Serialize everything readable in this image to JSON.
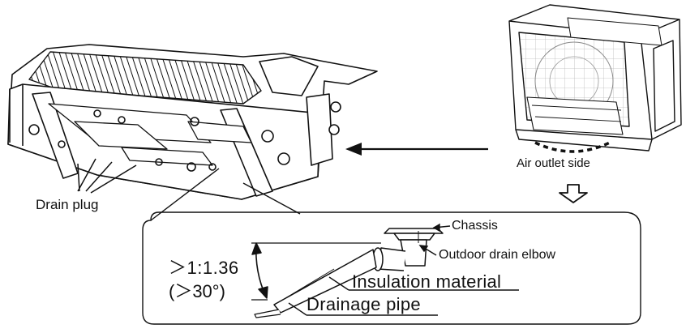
{
  "labels": {
    "drain_plug": "Drain plug",
    "air_outlet_side": "Air outlet side",
    "chassis": "Chassis",
    "outdoor_drain_elbow": "Outdoor drain elbow",
    "slope_ratio": "＞1:1.36",
    "slope_angle": "(＞30°)",
    "insulation_material": "Insulation material",
    "drainage_pipe": "Drainage pipe"
  },
  "icons": {
    "arrow_to_bottom_view": "left-arrow-icon",
    "arrow_to_detail": "hollow-down-arrow-icon"
  },
  "colors": {
    "line": "#111111",
    "background": "#ffffff"
  }
}
